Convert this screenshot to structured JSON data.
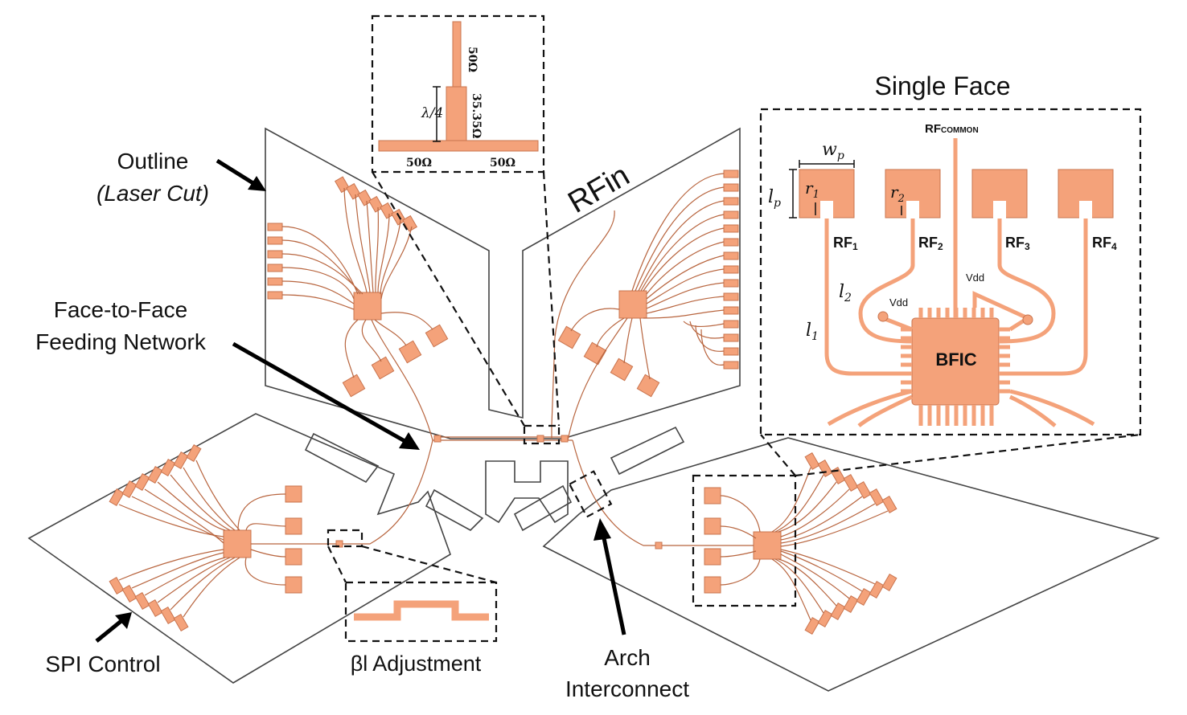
{
  "labels": {
    "outline": "Outline",
    "laser_cut": "(Laser Cut)",
    "face_to_face_1": "Face-to-Face",
    "face_to_face_2": "Feeding Network",
    "spi_control": "SPI Control",
    "beta_l": "βl Adjustment",
    "arch_1": "Arch",
    "arch_2": "Interconnect",
    "rfin": "RFin",
    "single_face": "Single Face"
  },
  "t_junction": {
    "z_top": "50Ω",
    "z_mid": "35.35Ω",
    "z_left": "50Ω",
    "z_right": "50Ω",
    "quarter_wave": "λ/4"
  },
  "single_face": {
    "rf_common": "RF",
    "rf_common_sub": "COMMON",
    "wp": "w",
    "wp_sub": "p",
    "lp": "l",
    "lp_sub": "p",
    "r1": "r",
    "r1_sub": "1",
    "r2": "r",
    "r2_sub": "2",
    "rf1": "RF",
    "rf1_sub": "1",
    "rf2": "RF",
    "rf2_sub": "2",
    "rf3": "RF",
    "rf3_sub": "3",
    "rf4": "RF",
    "rf4_sub": "4",
    "l1": "l",
    "l1_sub": "1",
    "l2": "l",
    "l2_sub": "2",
    "vdd1": "Vdd",
    "vdd2": "Vdd",
    "bfic": "BFIC"
  },
  "colors": {
    "copper": "#f4a27a",
    "copper_edge": "#c9744e",
    "outline": "#444444"
  }
}
